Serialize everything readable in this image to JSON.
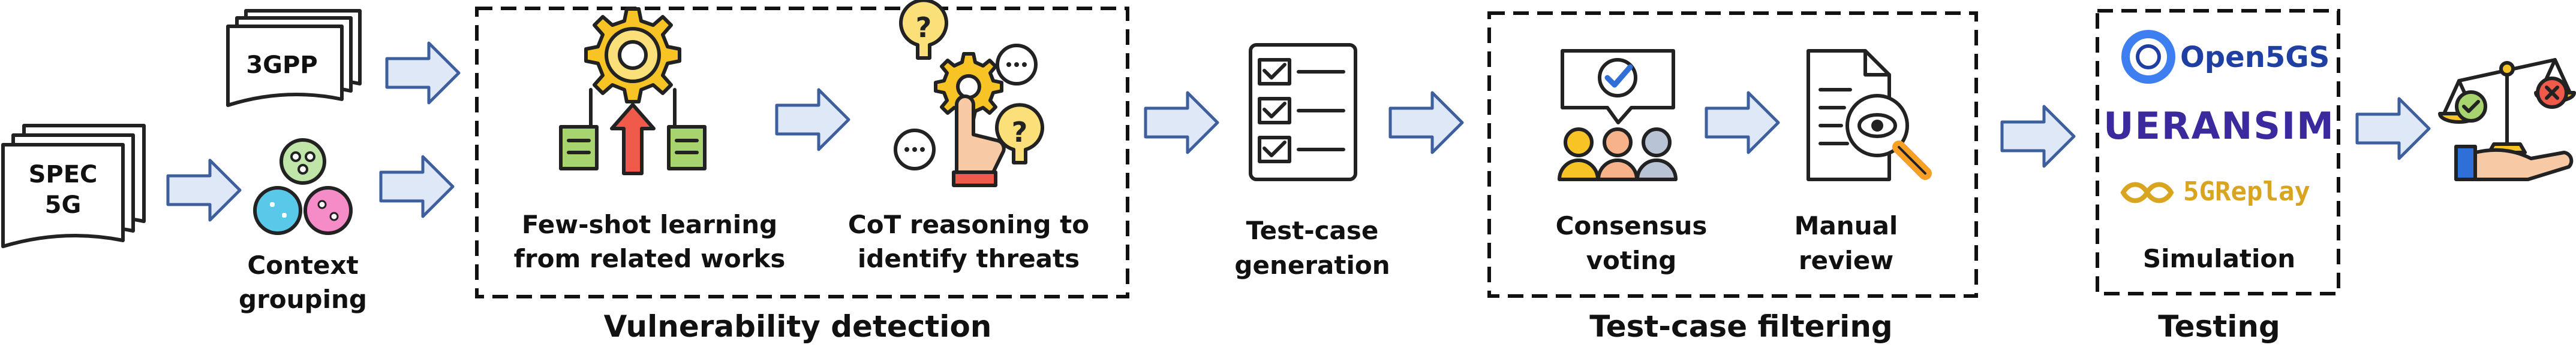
{
  "docs": {
    "threegpp": "3GPP",
    "spec_line1": "SPEC",
    "spec_line2": "5G"
  },
  "labels": {
    "context_grouping": [
      "Context",
      "grouping"
    ],
    "few_shot": [
      "Few-shot learning",
      "from related works"
    ],
    "cot": [
      "CoT reasoning to",
      "identify threats"
    ],
    "test_case_generation": [
      "Test-case",
      "generation"
    ],
    "consensus_voting": [
      "Consensus",
      "voting"
    ],
    "manual_review": [
      "Manual",
      "review"
    ],
    "simulation": "Simulation"
  },
  "stages": {
    "vulnerability_detection": "Vulnerability detection",
    "test_case_filtering": "Test-case filtering",
    "testing": "Testing"
  },
  "logos": {
    "open5gs": "Open5GS",
    "ueransim": "UERANSIM",
    "replay": "5GReplay"
  },
  "colors": {
    "arrow_fill": "#dfe8f6",
    "arrow_stroke": "#3e5f9e",
    "gear_yellow": "#f7c325",
    "green": "#a7d46f",
    "red": "#f05a4a",
    "blue_check": "#2e6fd8",
    "open5gs_blue": "#1f3fa3",
    "ueransim_purple": "#3b2a9e",
    "replay_gold": "#d9a520"
  }
}
